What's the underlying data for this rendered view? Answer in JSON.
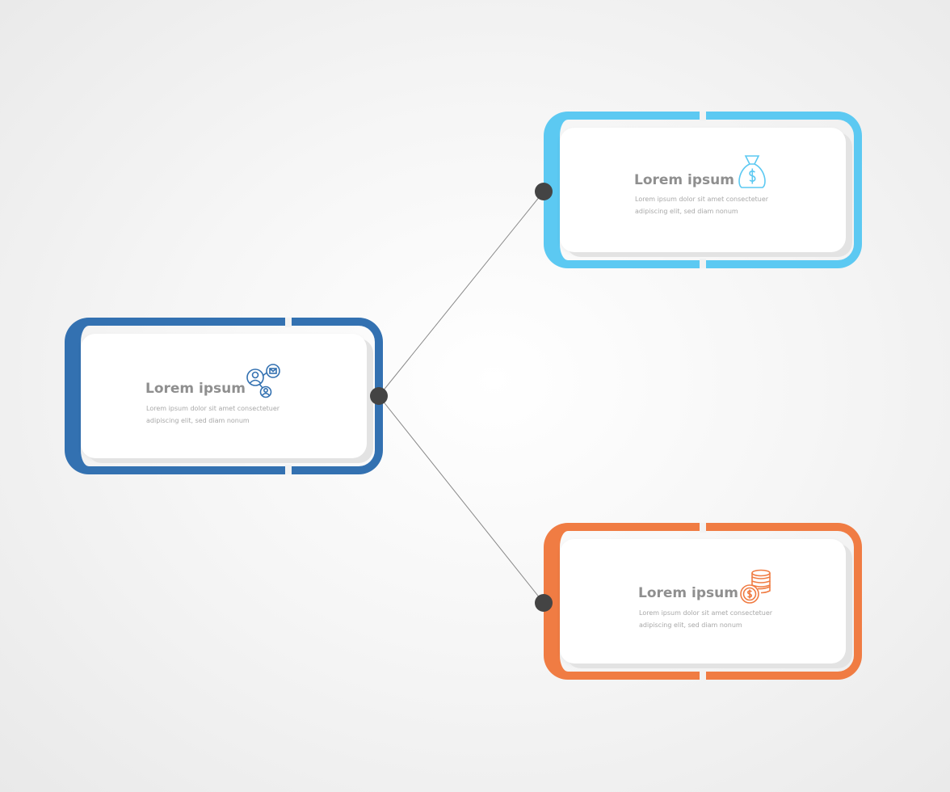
{
  "colors": {
    "blue_dark": "#3371b1",
    "blue_light": "#5cc9f2",
    "orange": "#f07c43",
    "node": "#444444",
    "connector": "#888888"
  },
  "cards": {
    "left": {
      "title": "Lorem ipsum",
      "text_line1": "Lorem ipsum dolor sit amet consectetuer",
      "text_line2": "adipiscing elit, sed diam nonum",
      "icon": "people-network-icon"
    },
    "top_right": {
      "title": "Lorem ipsum",
      "text_line1": "Lorem ipsum dolor sit amet consectetuer",
      "text_line2": "adipiscing elit, sed diam nonum",
      "icon": "money-bag-icon"
    },
    "bottom_right": {
      "title": "Lorem ipsum",
      "text_line1": "Lorem ipsum dolor sit amet consectetuer",
      "text_line2": "adipiscing elit, sed diam nonum",
      "icon": "coin-stack-icon"
    }
  }
}
